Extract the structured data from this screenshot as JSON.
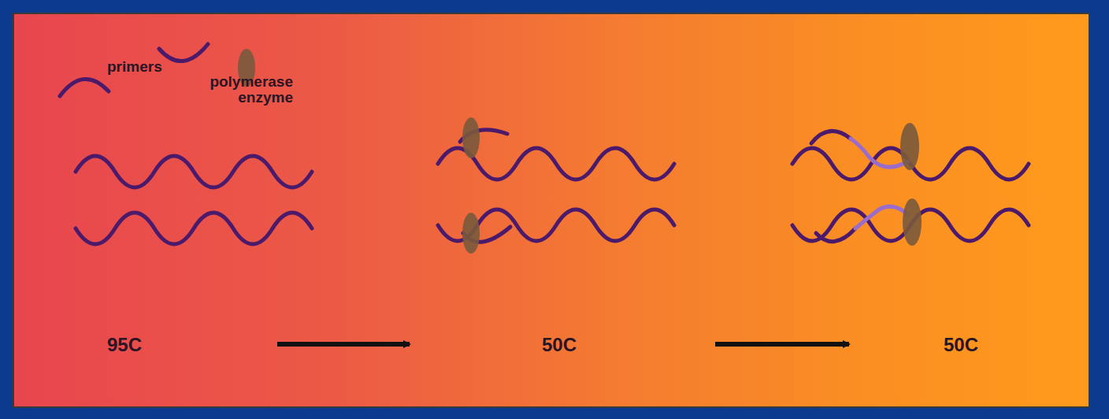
{
  "diagram": {
    "labels": [
      "primers",
      "polymerase enzyme",
      "95C",
      "50C",
      "50C"
    ]
  }
}
